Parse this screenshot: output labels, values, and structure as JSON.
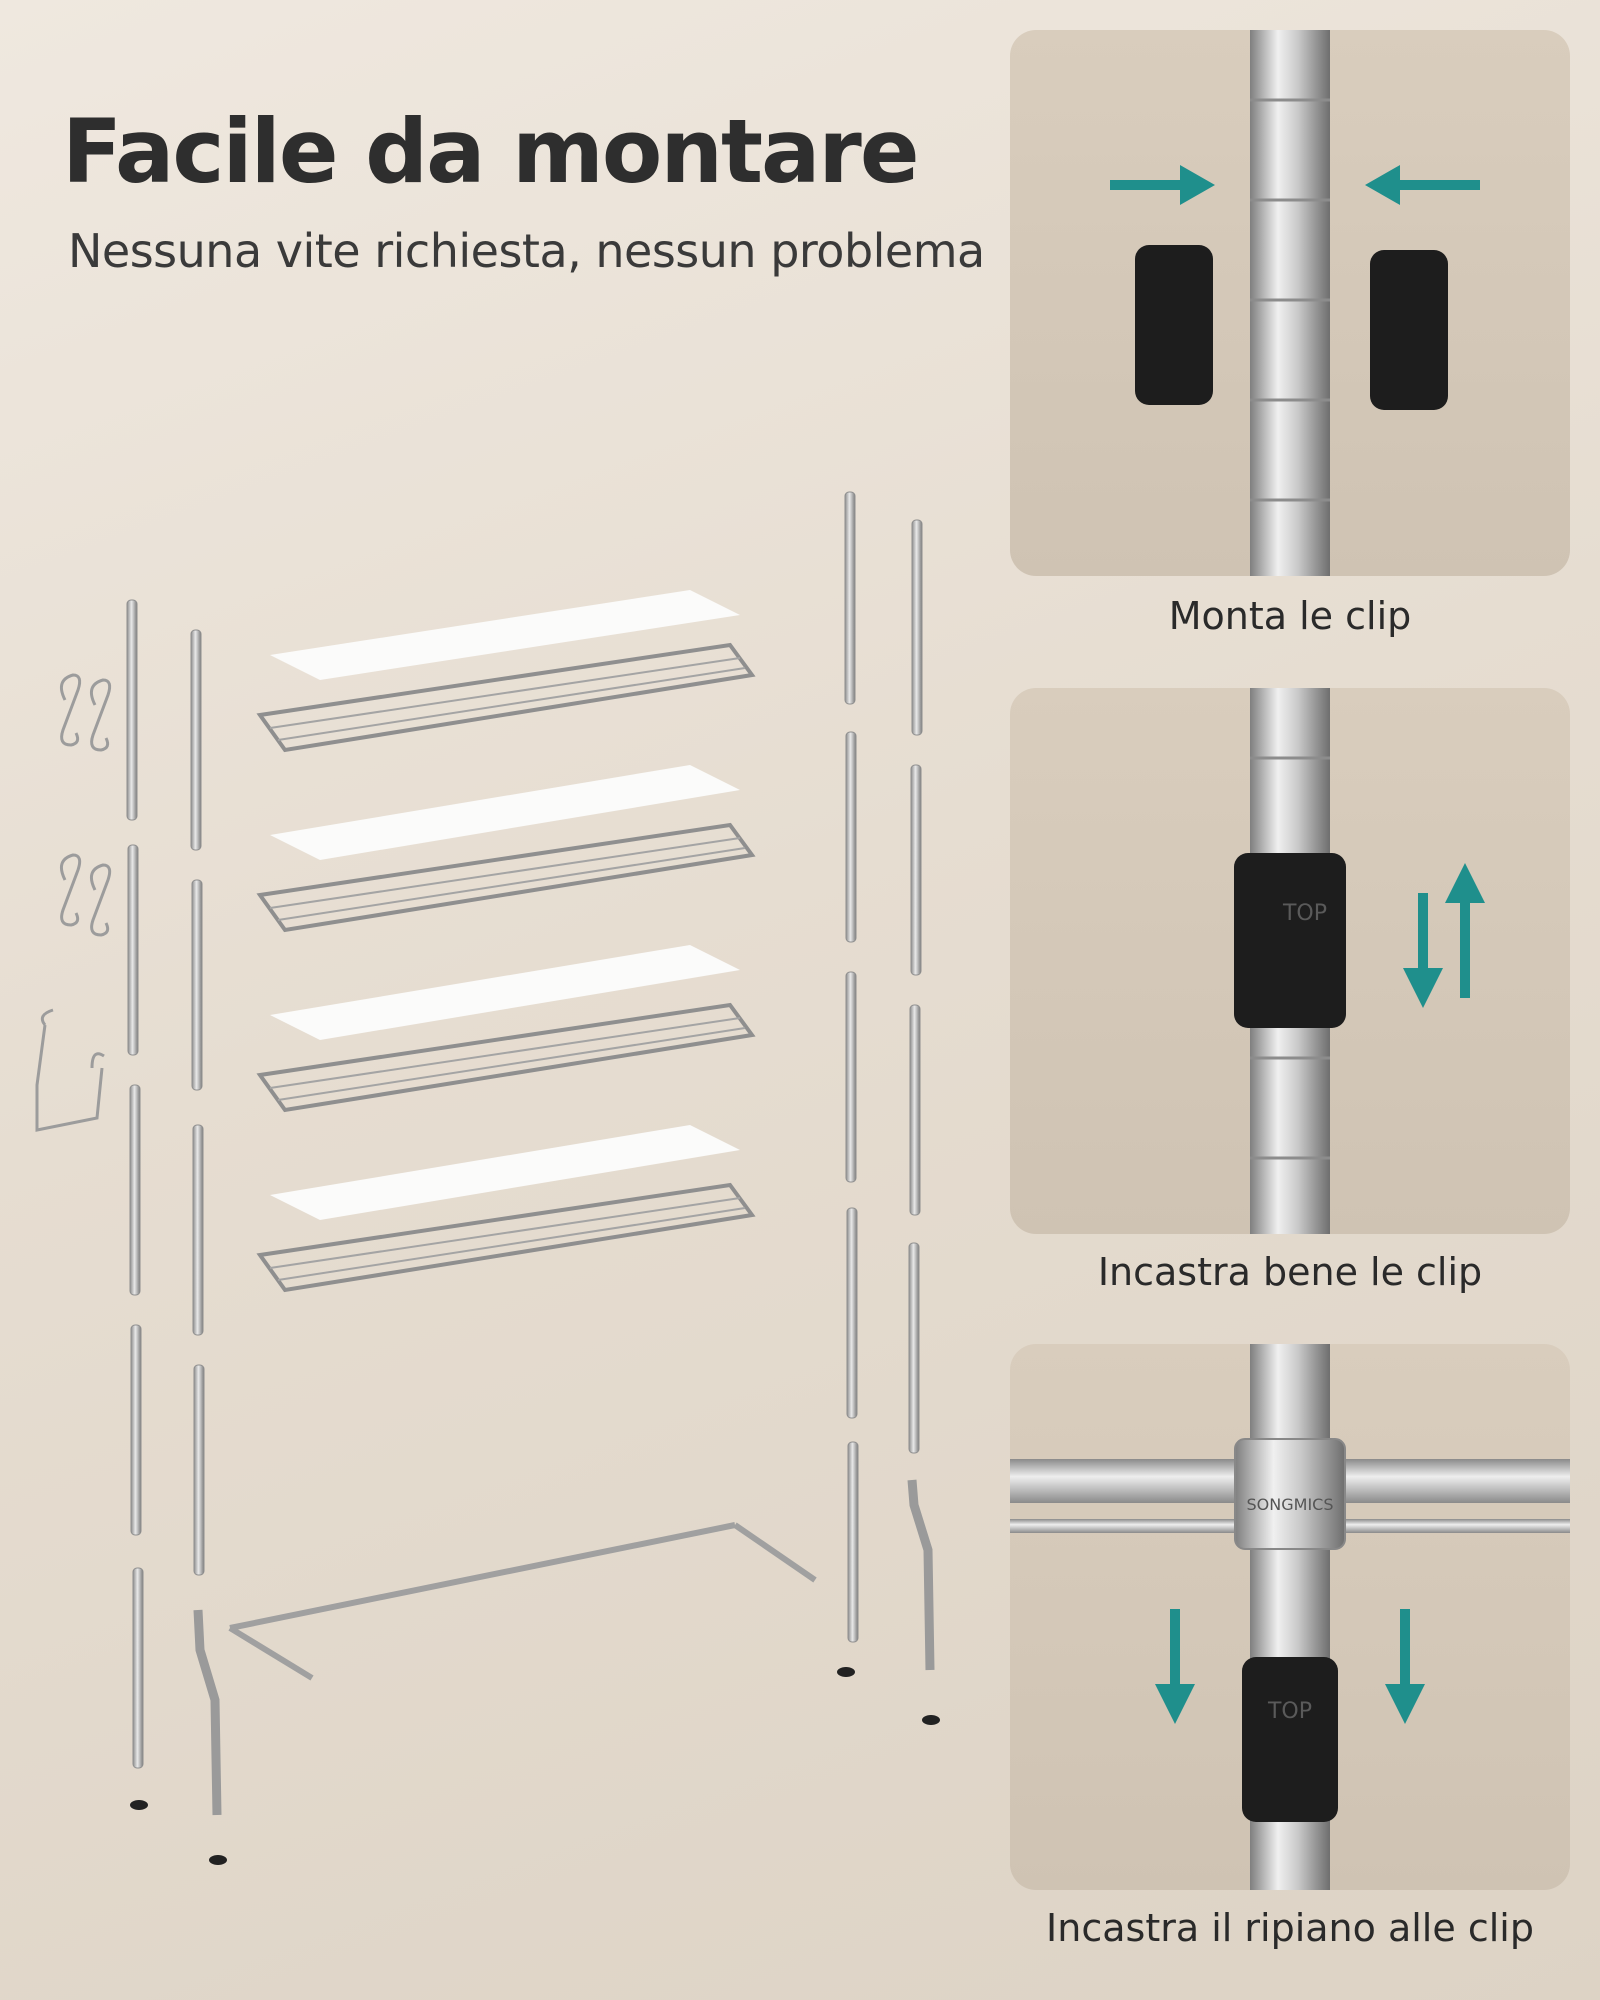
{
  "header": {
    "title": "Facile da montare",
    "subtitle": "Nessuna vite richiesta, nessun problema"
  },
  "steps": [
    {
      "caption": "Monta le clip",
      "icon": "clip-mount-icon"
    },
    {
      "caption": "Incastra bene le clip",
      "icon": "clip-fit-icon"
    },
    {
      "caption": "Incastra il ripiano alle clip",
      "icon": "shelf-fit-icon"
    }
  ],
  "labels": {
    "clip_top": "TOP",
    "brand_sleeve": "SONGMICS"
  },
  "colors": {
    "arrow": "#1f8f8c",
    "clip": "#1d1d1d",
    "chrome": "#b9b9b9"
  }
}
